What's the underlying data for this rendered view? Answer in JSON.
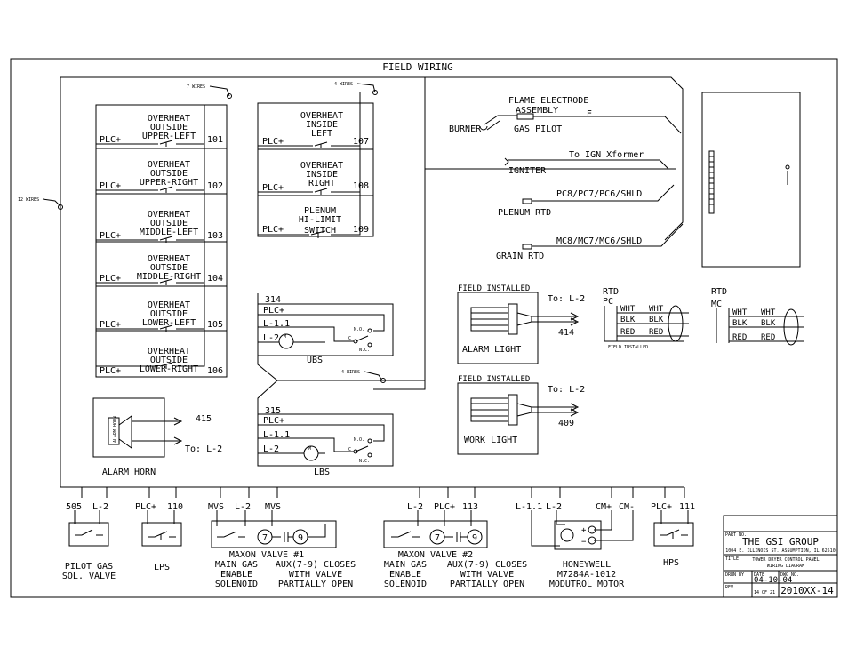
{
  "title": "FIELD WIRING",
  "wire_counts": {
    "seven": "7 WIRES",
    "four_top": "4 WIRES",
    "twelve": "12 WIRES",
    "four_mid": "4 WIRES"
  },
  "left_column": [
    {
      "l1": "OVERHEAT",
      "l2": "OUTSIDE",
      "l3": "UPPER-LEFT",
      "plc": "PLC+",
      "num": "101"
    },
    {
      "l1": "OVERHEAT",
      "l2": "OUTSIDE",
      "l3": "UPPER-RIGHT",
      "plc": "PLC+",
      "num": "102"
    },
    {
      "l1": "OVERHEAT",
      "l2": "OUTSIDE",
      "l3": "MIDDLE-LEFT",
      "plc": "PLC+",
      "num": "103"
    },
    {
      "l1": "OVERHEAT",
      "l2": "OUTSIDE",
      "l3": "MIDDLE-RIGHT",
      "plc": "PLC+",
      "num": "104"
    },
    {
      "l1": "OVERHEAT",
      "l2": "OUTSIDE",
      "l3": "LOWER-LEFT",
      "plc": "PLC+",
      "num": "105"
    },
    {
      "l1": "OVERHEAT",
      "l2": "OUTSIDE",
      "l3": "LOWER-RIGHT",
      "plc": "PLC+",
      "num": "106"
    }
  ],
  "mid_column": [
    {
      "l1": "OVERHEAT",
      "l2": "INSIDE",
      "l3": "LEFT",
      "plc": "PLC+",
      "num": "107"
    },
    {
      "l1": "OVERHEAT",
      "l2": "INSIDE",
      "l3": "RIGHT",
      "plc": "PLC+",
      "num": "108"
    },
    {
      "l1": "PLENUM",
      "l2": "HI-LIMIT",
      "l3": "SWITCH",
      "plc": "PLC+",
      "num": "109"
    }
  ],
  "ubs": {
    "num": "314",
    "t1": "PLC+",
    "t2": "L-1.1",
    "t3": "L-2",
    "no": "N.O.",
    "nc": "N.C.",
    "c": "C",
    "m": "M",
    "label": "UBS"
  },
  "lbs": {
    "num": "315",
    "t1": "PLC+",
    "t2": "L-1.1",
    "t3": "L-2",
    "no": "N.O.",
    "nc": "N.C.",
    "c": "C",
    "m": "M",
    "label": "LBS"
  },
  "alarm_horn": {
    "wire": "415",
    "to": "To: L-2",
    "label": "ALARM HORN",
    "inner": "ALARM HORN"
  },
  "flame": {
    "assembly1": "FLAME ELECTRODE",
    "assembly2": "ASSEMBLY",
    "e": "E",
    "burner": "BURNER",
    "gas_pilot": "GAS PILOT",
    "igniter": "IGNITER",
    "ign": "To IGN Xformer",
    "plenum_wires": "PC8/PC7/PC6/SHLD",
    "plenum_rtd": "PLENUM RTD",
    "grain_wires": "MC8/MC7/MC6/SHLD",
    "grain_rtd": "GRAIN RTD"
  },
  "alarm_light": {
    "field": "FIELD INSTALLED",
    "to": "To: L-2",
    "wire": "414",
    "label": "ALARM LIGHT"
  },
  "work_light": {
    "field": "FIELD INSTALLED",
    "to": "To: L-2",
    "wire": "409",
    "label": "WORK LIGHT"
  },
  "rtd_pc": {
    "title": "RTD",
    "sub": "PC",
    "wht1": "WHT",
    "wht2": "WHT",
    "blk1": "BLK",
    "blk2": "BLK",
    "red1": "RED",
    "red2": "RED",
    "field": "FIELD INSTALLED"
  },
  "rtd_mc": {
    "title": "RTD",
    "sub": "MC",
    "wht1": "WHT",
    "wht2": "WHT",
    "blk1": "BLK",
    "blk2": "BLK",
    "red1": "RED",
    "red2": "RED"
  },
  "bottom": {
    "pilot": {
      "t1": "505",
      "t2": "L-2",
      "label1": "PILOT GAS",
      "label2": "SOL. VALVE"
    },
    "lps": {
      "t1": "PLC+",
      "t2": "110",
      "label": "LPS"
    },
    "maxon1": {
      "t1": "MVS",
      "t2": "L-2",
      "t3": "MVS",
      "title": "MAXON VALVE #1",
      "a1": "MAIN GAS",
      "a2": "ENABLE",
      "a3": "SOLENOID",
      "b1": "AUX(7-9) CLOSES",
      "b2": "WITH VALVE",
      "b3": "PARTIALLY OPEN",
      "n7": "7",
      "n9": "9"
    },
    "maxon2": {
      "t1": "L-2",
      "t2": "PLC+",
      "t3": "113",
      "title": "MAXON VALVE #2",
      "a1": "MAIN GAS",
      "a2": "ENABLE",
      "a3": "SOLENOID",
      "b1": "AUX(7-9) CLOSES",
      "b2": "WITH VALVE",
      "b3": "PARTIALLY OPEN",
      "n7": "7",
      "n9": "9"
    },
    "honeywell": {
      "t1": "L-1.1",
      "t2": "L-2",
      "t3": "CM+",
      "t4": "CM-",
      "label1": "HONEYWELL",
      "label2": "M7284A-1012",
      "label3": "MODUTROL MOTOR",
      "plus": "+",
      "minus": "−"
    },
    "hps": {
      "t1": "PLC+",
      "t2": "111",
      "label": "HPS"
    }
  },
  "title_block": {
    "company": "THE GSI GROUP",
    "part_no": "PART NO.",
    "address": "1004 E. ILLINOIS ST. ASSUMPTION, IL 62510",
    "title_lbl": "TITLE",
    "title1": "TOWER DRYER CONTROL PANEL",
    "title2": "WIRING DIAGRAM",
    "drawn": "DRWN BY",
    "date_lbl": "DATE",
    "date": "04-10-04",
    "dwg_lbl": "DWG NO.",
    "dwg": "2010XX-14",
    "rev": "REV",
    "sheet": "14 OF 21"
  }
}
